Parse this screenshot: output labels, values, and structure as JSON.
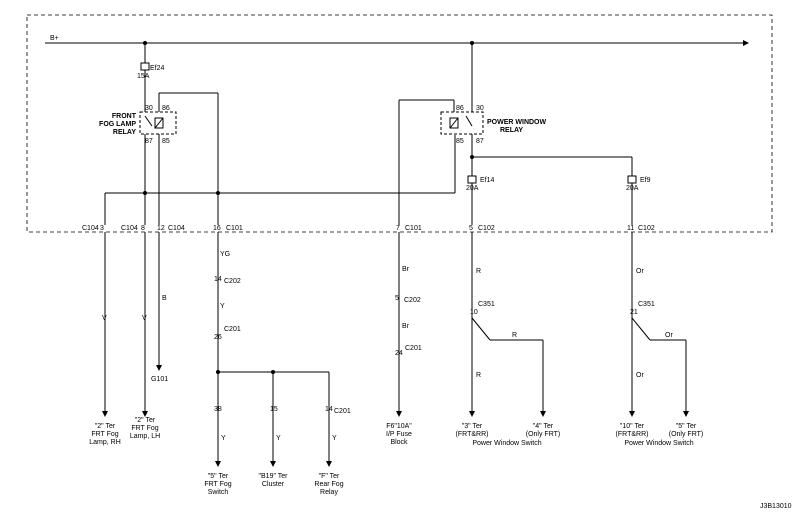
{
  "supply": "B+",
  "fuses": {
    "ef24": {
      "name": "Ef24",
      "rating": "15A"
    },
    "ef14": {
      "name": "Ef14",
      "rating": "20A"
    },
    "ef9": {
      "name": "Ef9",
      "rating": "20A"
    }
  },
  "relays": {
    "fog": {
      "line1": "FRONT",
      "line2": "FOG LAMP",
      "line3": "RELAY",
      "p30": "30",
      "p86": "86",
      "p87": "87",
      "p85": "85"
    },
    "window": {
      "line1": "POWER WINDOW",
      "line2": "RELAY",
      "p86": "86",
      "p30": "30",
      "p85": "85",
      "p87": "87"
    }
  },
  "connectors": {
    "c104a": {
      "pin": "3",
      "name": "C104"
    },
    "c104b": {
      "pin": "8",
      "name": "C104"
    },
    "c104c": {
      "pin": "12",
      "name": "C104"
    },
    "c101a": {
      "pin": "16",
      "name": "C101"
    },
    "c101b": {
      "pin": "7",
      "name": "C101"
    },
    "c102a": {
      "pin": "5",
      "name": "C102"
    },
    "c102b": {
      "pin": "11",
      "name": "C102"
    },
    "c202a": {
      "pin": "14",
      "name": "C202"
    },
    "c201a": {
      "pin": "26",
      "name": "C201"
    },
    "c202b": {
      "pin": "5",
      "name": "C202"
    },
    "c201b": {
      "pin": "24",
      "name": "C201"
    },
    "c351a": {
      "pin": "10",
      "name": "C351"
    },
    "c351b": {
      "pin": "21",
      "name": "C351"
    },
    "c201c": {
      "pin1": "38",
      "pin2": "15",
      "pin3": "14",
      "name": "C201"
    }
  },
  "wire_colors": {
    "v1": "V",
    "v2": "V",
    "b": "B",
    "yg": "YG",
    "y1": "Y",
    "y2": "Y",
    "y3": "Y",
    "y4": "Y",
    "br1": "Br",
    "br2": "Br",
    "r1": "R",
    "r2": "R",
    "r3": "R",
    "or1": "Or",
    "or2": "Or",
    "or3": "Or"
  },
  "ground": "G101",
  "destinations": {
    "fog_rh": [
      "\"2\" Ter",
      "FRT Fog",
      "Lamp, RH"
    ],
    "fog_lh": [
      "\"2\" Ter",
      "FRT Fog",
      "Lamp, LH"
    ],
    "fog_switch": [
      "\"5\" Ter",
      "FRT Fog",
      "Switch"
    ],
    "cluster": [
      "\"B19\" Ter",
      "Cluster"
    ],
    "rear_fog": [
      "\"F\" Ter",
      "Rear Fog",
      "Relay"
    ],
    "fuse_block": [
      "F6\"10A\"",
      "I/P Fuse",
      "Block"
    ],
    "pws1_a": [
      "\"3\" Ter",
      "(FRT&RR)"
    ],
    "pws1_b": [
      "\"4\" Ter",
      "(Only FRT)"
    ],
    "pws1_name": "Power Window Switch",
    "pws2_a": [
      "\"10\" Ter",
      "(FRT&RR)"
    ],
    "pws2_b": [
      "\"5\" Ter",
      "(Only FRT)"
    ],
    "pws2_name": "Power Window Switch"
  },
  "code": "J3B13010"
}
